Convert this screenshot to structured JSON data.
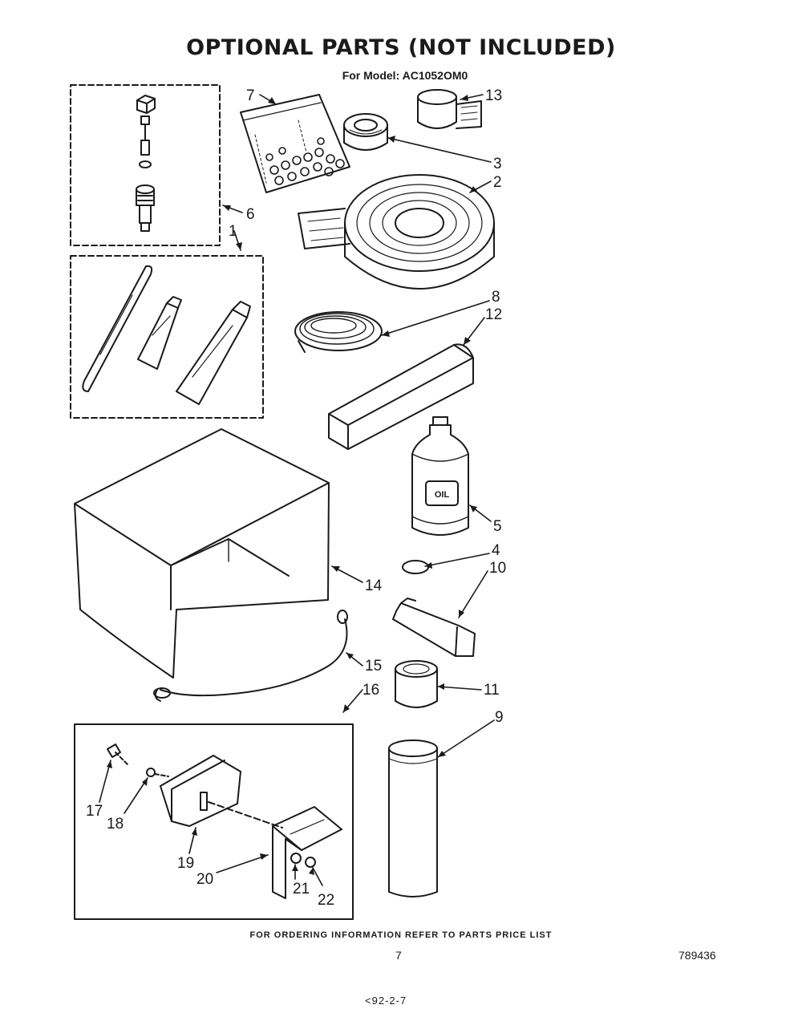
{
  "title": "OPTIONAL PARTS   (NOT INCLUDED)",
  "subtitle": "For Model: AC1052OM0",
  "callouts": {
    "c1": "1",
    "c2": "2",
    "c3": "3",
    "c4": "4",
    "c5": "5",
    "c6": "6",
    "c7": "7",
    "c8": "8",
    "c9": "9",
    "c10": "10",
    "c11": "11",
    "c12": "12",
    "c13": "13",
    "c14": "14",
    "c15": "15",
    "c16": "16",
    "c17": "17",
    "c18": "18",
    "c19": "19",
    "c20": "20",
    "c21": "21",
    "c22": "22"
  },
  "labels": {
    "oil": "OIL"
  },
  "footer": {
    "note": "FOR ORDERING INFORMATION REFER TO PARTS PRICE LIST",
    "page_number": "7",
    "document_number": "789436",
    "bottom_code": "<92-2-7"
  }
}
